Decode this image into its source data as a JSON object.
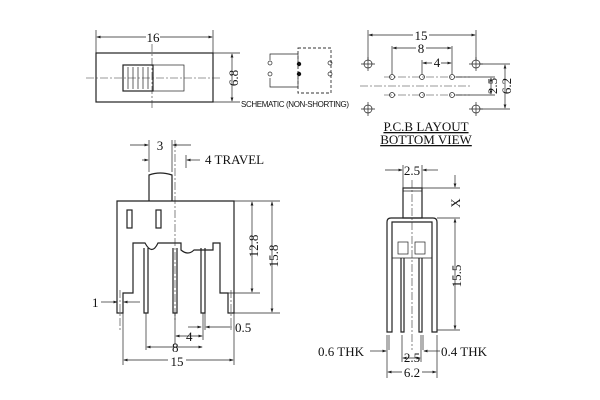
{
  "top_view": {
    "width": "16",
    "height": "6.8"
  },
  "schematic": {
    "label": "SCHEMATIC (NON-SHORTING)"
  },
  "pcb": {
    "dim_outer": "15",
    "dim_row": "8",
    "dim_pitch": "4",
    "dim_rows": "2.5",
    "dim_mount": "6.2",
    "title1": "P.C.B LAYOUT",
    "title2": "BOTTOM VIEW"
  },
  "side_view": {
    "actuator": "3",
    "travel": "4 TRAVEL",
    "body_height": "12.8",
    "total_height": "15.8",
    "tab": "1",
    "pin_thk": "0.5",
    "pitch": "4",
    "row": "8",
    "width": "15"
  },
  "front_view": {
    "actuator": "2.5",
    "x_label": "X",
    "height": "15.5",
    "thk_left": "0.6 THK",
    "thk_right": "0.4 THK",
    "pin_spacing": "2.5",
    "width": "6.2"
  }
}
